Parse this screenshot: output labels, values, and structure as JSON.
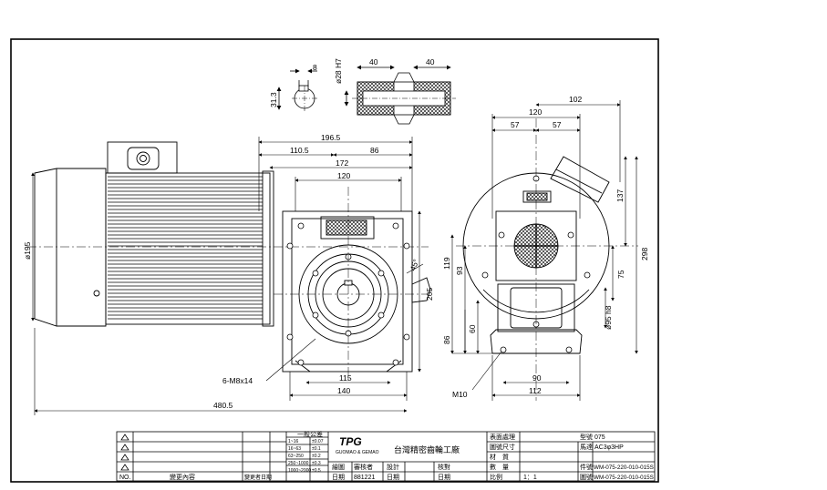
{
  "dims": {
    "key_width": "8",
    "key_height": "31.3",
    "shaft_dia": "ø28 H7",
    "hub_left": "40",
    "hub_right": "40",
    "overall_length": "196.5",
    "motor_part": "110.5",
    "gear_part": "86",
    "gear_172": "172",
    "gear_120": "120",
    "height_195": "ø195",
    "height_205": "205",
    "angle_45": "45°",
    "bolt_label": "6-M8x14",
    "base_115": "115",
    "base_140": "140",
    "total_480": "480.5",
    "side_102": "102",
    "side_120": "120",
    "side_57a": "57",
    "side_57b": "57",
    "side_137": "137",
    "side_298": "298",
    "side_119": "119",
    "side_93": "93",
    "side_60": "60",
    "side_86": "86",
    "side_75": "75",
    "side_dia95": "ø95 h8",
    "side_m10": "M10",
    "side_90": "90",
    "side_112": "112"
  },
  "title_block": {
    "tolerance_header": "一般公差",
    "tol_rows": [
      [
        "1~16",
        "±0.07"
      ],
      [
        "16~63",
        "±0.1"
      ],
      [
        "63~250",
        "±0.2"
      ],
      [
        "250~1000",
        "±0.3"
      ],
      [
        "1000~2000",
        "±0.5"
      ]
    ],
    "brand_logo": "TPG",
    "brand_sub": "GUOMAO & GEMAO",
    "company": "台灣精密齒輪工廠",
    "surface": "表面處理",
    "size_marking": "圖號尺寸",
    "material": "材　質",
    "quantity": "數　量",
    "scale_label": "比例",
    "scale_value": "1：1",
    "size_label": "型號",
    "size_value": "075",
    "motor_label": "馬達",
    "motor_value": "AC3φ3HP",
    "part_label": "件號",
    "part_value": "WM-075-220-010-015S",
    "draw_label": "圖號",
    "draw_value": "WM-075-220-010-015S",
    "no_label": "NO.",
    "change_content": "變更內容",
    "change_date": "變更者日期",
    "drafter": "繪圖",
    "approver": "審核者",
    "date_label": "日期",
    "date_value": "881221",
    "design": "設計",
    "check": "核對",
    "date2": "日期"
  }
}
